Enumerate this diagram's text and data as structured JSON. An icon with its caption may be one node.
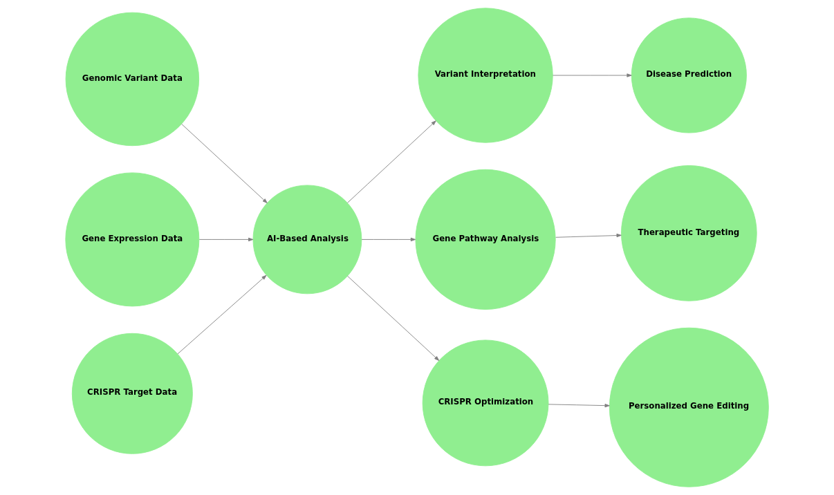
{
  "diagram": {
    "nodes": [
      {
        "text": [
          "Genomic Variant Data"
        ]
      },
      {
        "text": [
          "Gene Expression Data"
        ]
      },
      {
        "text": [
          "CRISPR Target Data"
        ]
      },
      {
        "text": [
          "AI-Based Analysis"
        ]
      },
      {
        "text": [
          "Variant Interpretation"
        ]
      },
      {
        "text": [
          "Gene Pathway Analysis"
        ]
      },
      {
        "text": [
          "CRISPR Optimization"
        ]
      },
      {
        "text": [
          "Disease Prediction"
        ]
      },
      {
        "text": [
          "Therapeutic Targeting"
        ]
      },
      {
        "text": [
          "Personalized Gene Editing"
        ]
      }
    ],
    "edges": [
      {
        "from": 0,
        "to": 3,
        "arrow": "to"
      },
      {
        "from": 1,
        "to": 3,
        "arrow": "to"
      },
      {
        "from": 2,
        "to": 3,
        "arrow": "to"
      },
      {
        "from": 3,
        "to": 4,
        "arrow": "to"
      },
      {
        "from": 3,
        "to": 5,
        "arrow": "to"
      },
      {
        "from": 3,
        "to": 6,
        "arrow": "to"
      },
      {
        "from": 4,
        "to": 7,
        "arrow": "to"
      },
      {
        "from": 5,
        "to": 8,
        "arrow": "to"
      },
      {
        "from": 6,
        "to": 9,
        "arrow": "to"
      }
    ]
  }
}
